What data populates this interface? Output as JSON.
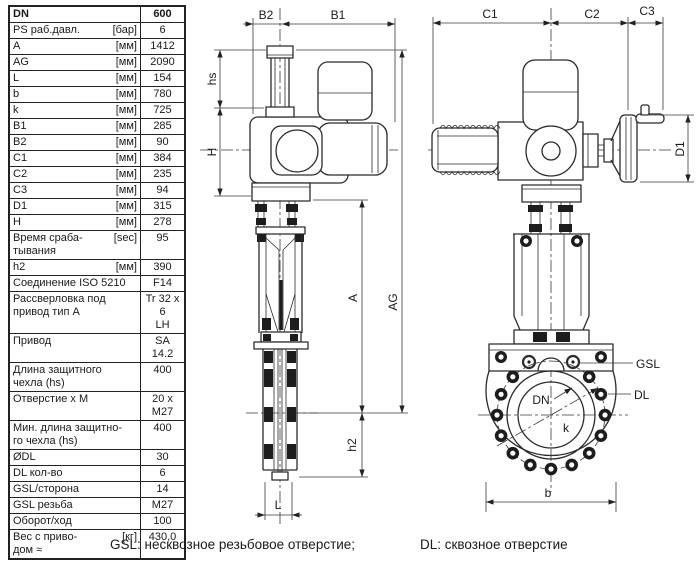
{
  "table": {
    "rows": [
      {
        "label": "DN",
        "unit": "",
        "value": "600",
        "bold": true
      },
      {
        "label": "PS раб.давл.",
        "unit": "[бар]",
        "value": "6"
      },
      {
        "label": "A",
        "unit": "[мм]",
        "value": "1412"
      },
      {
        "label": "AG",
        "unit": "[мм]",
        "value": "2090"
      },
      {
        "label": "L",
        "unit": "[мм]",
        "value": "154"
      },
      {
        "label": "b",
        "unit": "[мм]",
        "value": "780"
      },
      {
        "label": "k",
        "unit": "[мм]",
        "value": "725"
      },
      {
        "label": "B1",
        "unit": "[мм]",
        "value": "285"
      },
      {
        "label": "B2",
        "unit": "[мм]",
        "value": "90"
      },
      {
        "label": "C1",
        "unit": "[мм]",
        "value": "384"
      },
      {
        "label": "C2",
        "unit": "[мм]",
        "value": "235"
      },
      {
        "label": "C3",
        "unit": "[мм]",
        "value": "94"
      },
      {
        "label": "D1",
        "unit": "[мм]",
        "value": "315"
      },
      {
        "label": "H",
        "unit": "[мм]",
        "value": "278"
      },
      {
        "label": "Время сраба-\nтывания",
        "unit": "[sec]",
        "value": "95"
      },
      {
        "label": "h2",
        "unit": "[мм]",
        "value": "390"
      },
      {
        "label": "Соединение ISO 5210",
        "unit": "",
        "value": "F14"
      },
      {
        "label": "Рассверловка под\nпривод тип A",
        "unit": "",
        "value": "Tr 32 x 6\nLH"
      },
      {
        "label": "Привод",
        "unit": "",
        "value": "SA 14.2"
      },
      {
        "label": "Длина защитного\nчехла (hs)",
        "unit": "",
        "value": "400"
      },
      {
        "label": "Отверстие x M",
        "unit": "",
        "value": "20 x M27"
      },
      {
        "label": "Мин. длина защитно-\nго чехла (hs)",
        "unit": "",
        "value": "400"
      },
      {
        "label": "ØDL",
        "unit": "",
        "value": "30"
      },
      {
        "label": "DL кол-во",
        "unit": "",
        "value": "6"
      },
      {
        "label": "GSL/сторона",
        "unit": "",
        "value": "14"
      },
      {
        "label": "GSL резьба",
        "unit": "",
        "value": "M27"
      },
      {
        "label": "Оборот/ход",
        "unit": "",
        "value": "100"
      },
      {
        "label": "Вес с приво-\nдом ≈",
        "unit": "[кг]",
        "value": "430,0"
      }
    ]
  },
  "drawing": {
    "side": {
      "B2": "B2",
      "B1": "B1",
      "hs": "hs",
      "H": "H",
      "A": "A",
      "AG": "AG",
      "h2": "h2",
      "L": "L"
    },
    "front": {
      "C1": "C1",
      "C2": "C2",
      "C3": "C3",
      "D1": "D1",
      "b": "b",
      "DN": "DN",
      "k": "k",
      "GSL": "GSL",
      "DL": "DL"
    }
  },
  "caption": {
    "gsl": "GSL: несквозное резьбовое отверстие;",
    "dl": "DL: сквозное отверстие"
  }
}
